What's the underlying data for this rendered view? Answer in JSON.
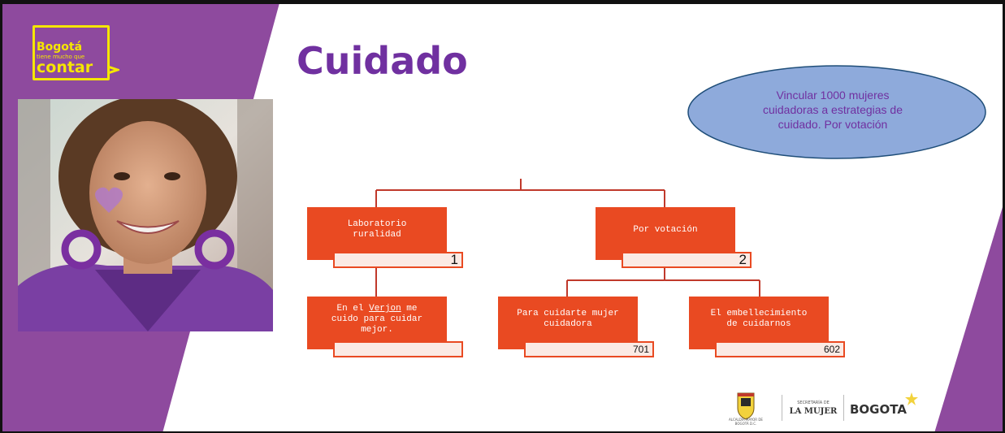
{
  "slide": {
    "title": "Cuidado",
    "brand": {
      "line1": "Bogotá",
      "line2": "tiene mucho que",
      "line3": "contar"
    },
    "goal_ellipse": {
      "line1": "Vincular 1000 mujeres",
      "line2": "cuidadoras a estrategias de",
      "line3": "cuidado. Por votación"
    }
  },
  "tree": {
    "nodes": [
      {
        "id": "lab",
        "line1": "Laboratorio",
        "line2": "ruralidad",
        "value": "1"
      },
      {
        "id": "vot",
        "line1": "Por votación",
        "line2": "",
        "value": "2"
      },
      {
        "id": "ver",
        "line1_pre": "En el ",
        "line1_u": "Verjon",
        "line1_post": " me",
        "line2": "cuido para cuidar",
        "line3": "mejor.",
        "value": ""
      },
      {
        "id": "cui",
        "line1": "Para cuidarte mujer",
        "line2": "cuidadora",
        "value": "701"
      },
      {
        "id": "emb",
        "line1": "El embellecimiento",
        "line2": "de cuidarnos",
        "value": "602"
      }
    ]
  },
  "footer": {
    "shield_caption": "ALCALDÍA MAYOR DE BOGOTÁ D.C.",
    "secretaria_small": "SECRETARÍA DE",
    "secretaria_big": "LA MUJER",
    "bogota": "BOGOTA"
  },
  "colors": {
    "purple": "#8e4a9e",
    "title_purple": "#7030a0",
    "node_orange": "#e94a22",
    "ellipse_fill": "#8eaadb",
    "logo_yellow": "#f5e600"
  }
}
